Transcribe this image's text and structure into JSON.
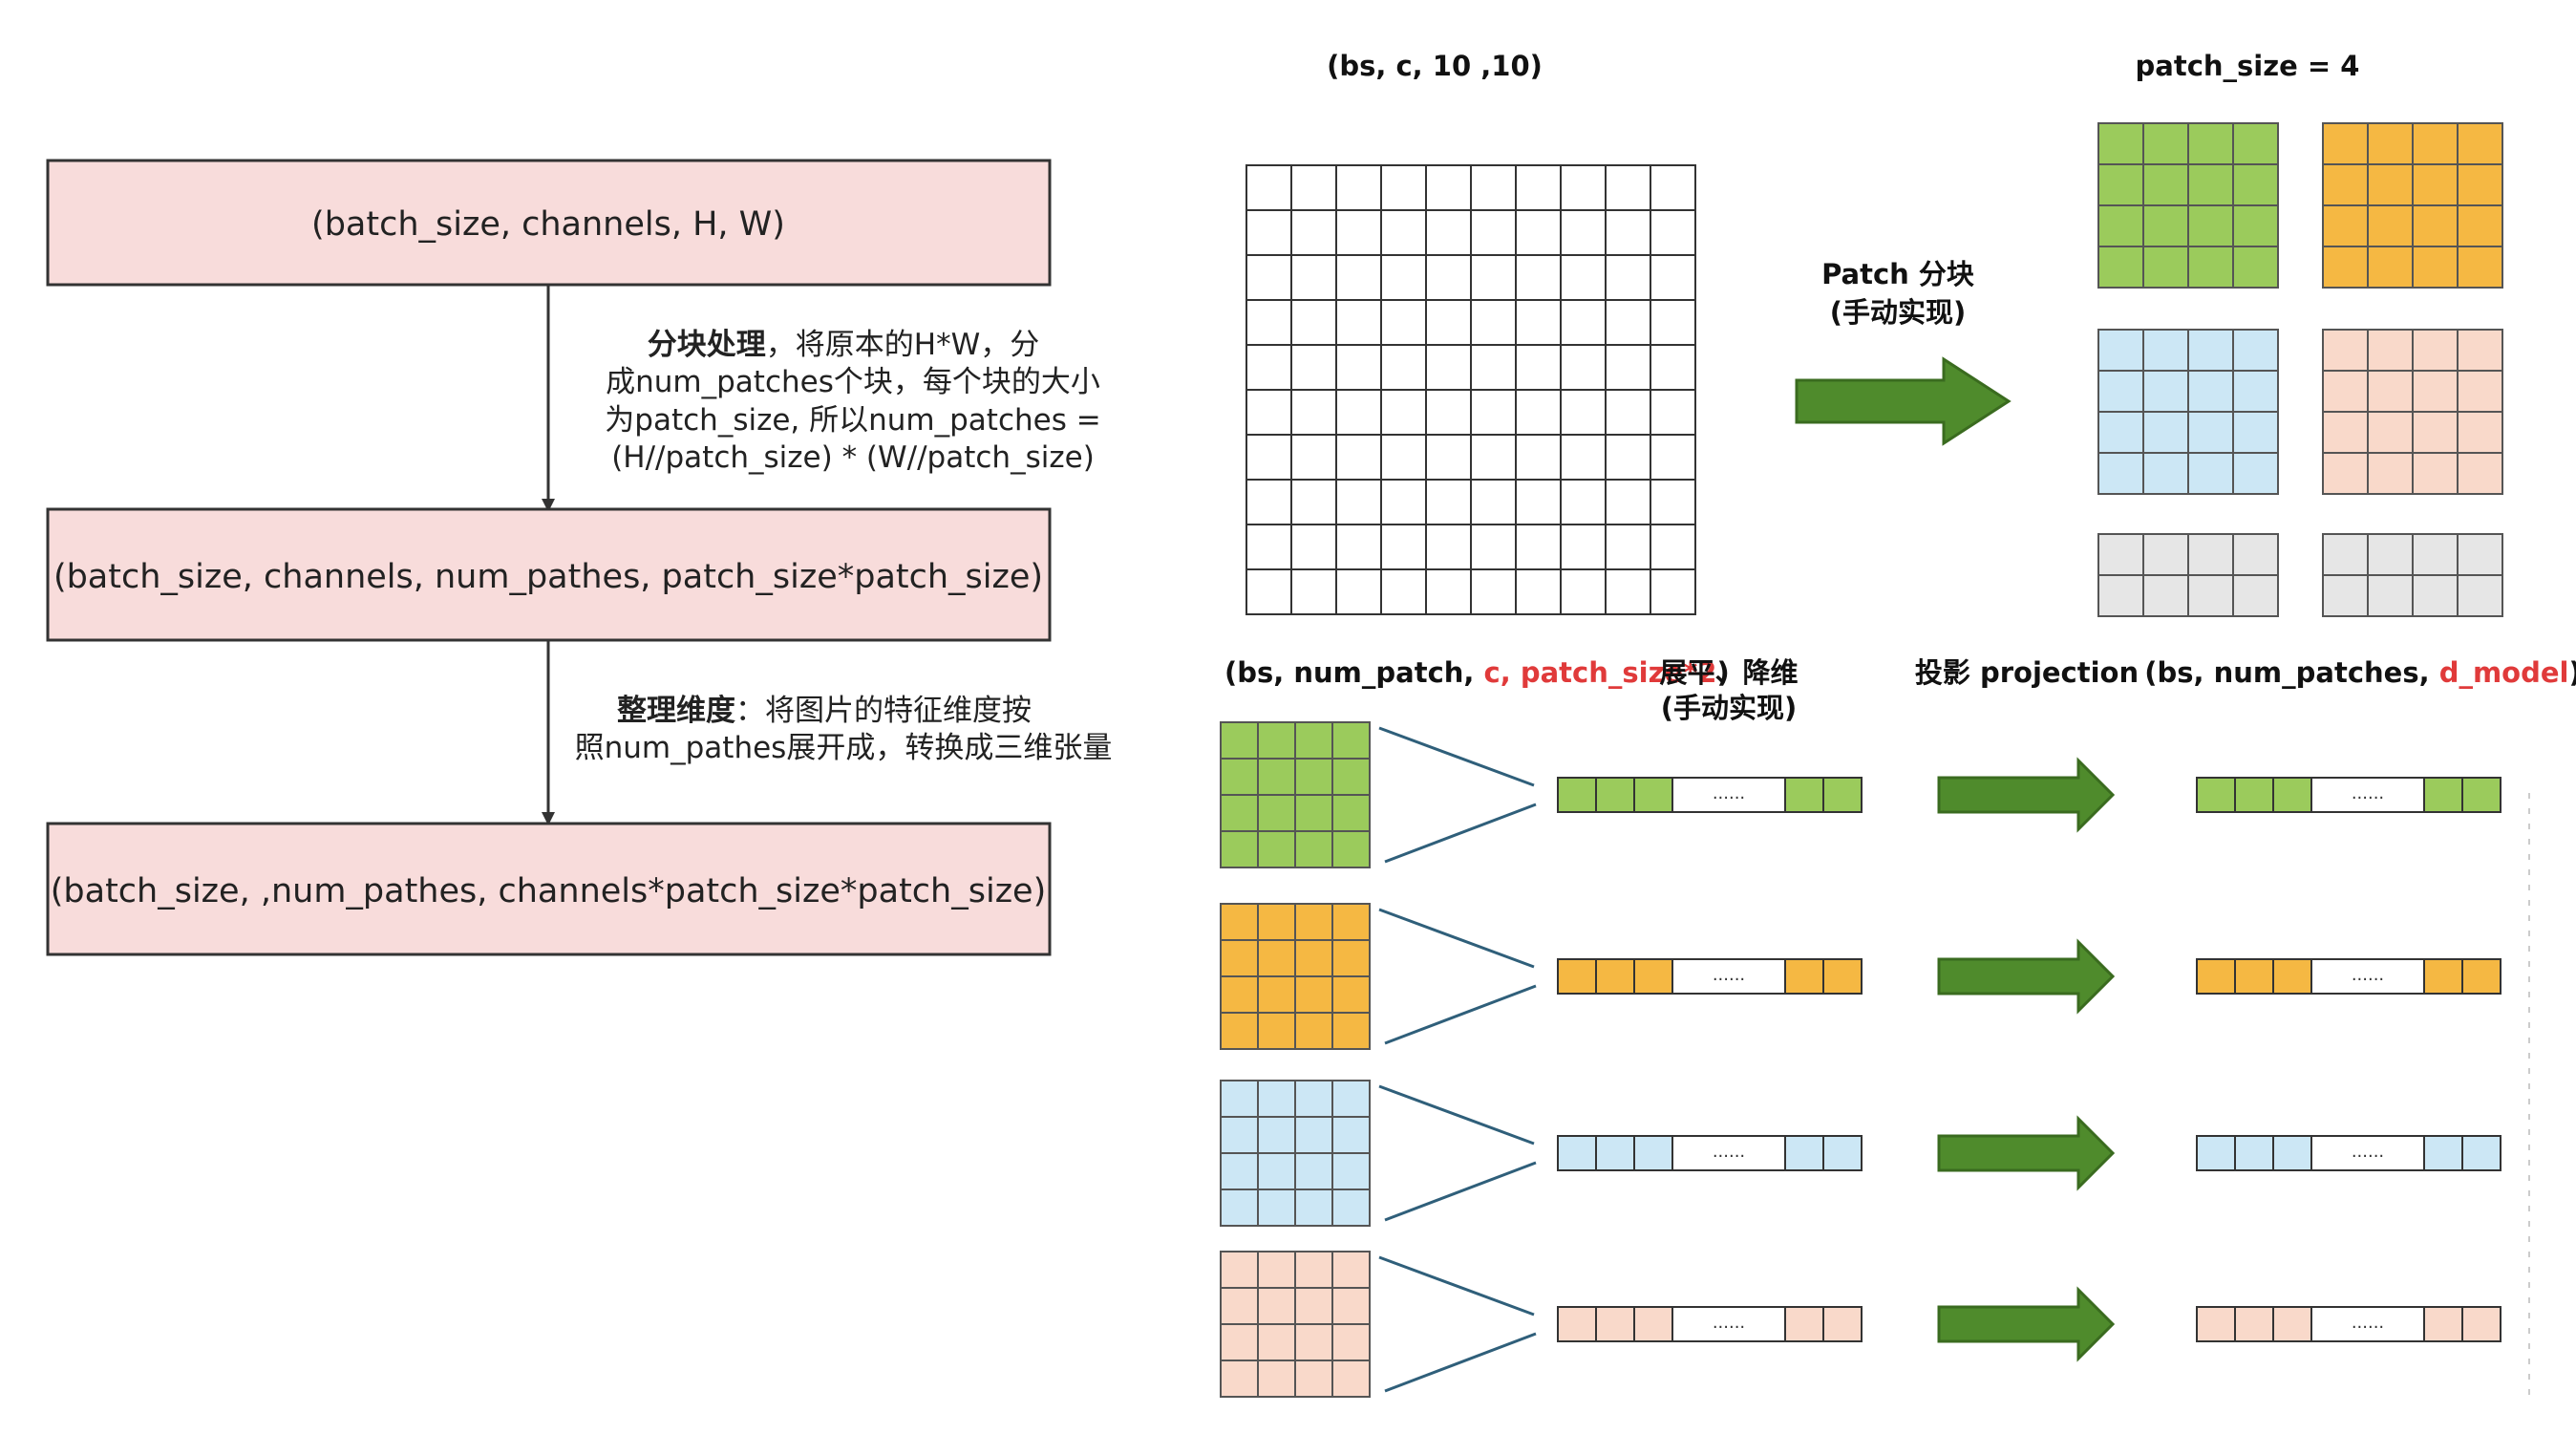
{
  "flowchart": {
    "boxes": [
      {
        "id": "box1",
        "label": "(batch_size, channels, H, W)"
      },
      {
        "id": "box2",
        "label": "(batch_size, channels, num_pathes, patch_size*patch_size)"
      },
      {
        "id": "box3",
        "label": "(batch_size, ,num_pathes, channels*patch_size*patch_size)"
      }
    ],
    "step1": {
      "bold": "分块处理",
      "line1_rest": "，将原本的H*W，分",
      "line2": "成num_patches个块，每个块的大小",
      "line3": "为patch_size, 所以num_patches =",
      "line4": "(H//patch_size) * (W//patch_size)"
    },
    "step2": {
      "bold": "整理维度",
      "line1_rest": "：将图片的特征维度按",
      "line2": "照num_pathes展开成，转换成三维张量"
    }
  },
  "grid_title": "(bs, c, 10 ,10)",
  "patch_size_title": "patch_size = 4",
  "patch_arrow": {
    "line1": "Patch 分块",
    "line2": "(手动实现)"
  },
  "bottom_headers": {
    "left_prefix": "(bs, num_patch, ",
    "left_red": "c, patch_size*2",
    "left_suffix": ")",
    "flatten_line1": "展平、降维",
    "flatten_line2": "(手动实现)",
    "projection": "投影 projection",
    "right_prefix": "(bs, num_patches, ",
    "right_red": "d_model",
    "right_suffix": ")"
  },
  "ellipsis": "......",
  "colors": {
    "box_fill": "#f8dcdb",
    "green": "#9bcb5c",
    "orange": "#f5b843",
    "blue": "#cce7f5",
    "peach": "#f9d9ca",
    "gray": "#e6e6e6",
    "arrow_green": "#4f8b2c",
    "connector": "#2f5f7a",
    "red_text": "#e03a3a"
  }
}
